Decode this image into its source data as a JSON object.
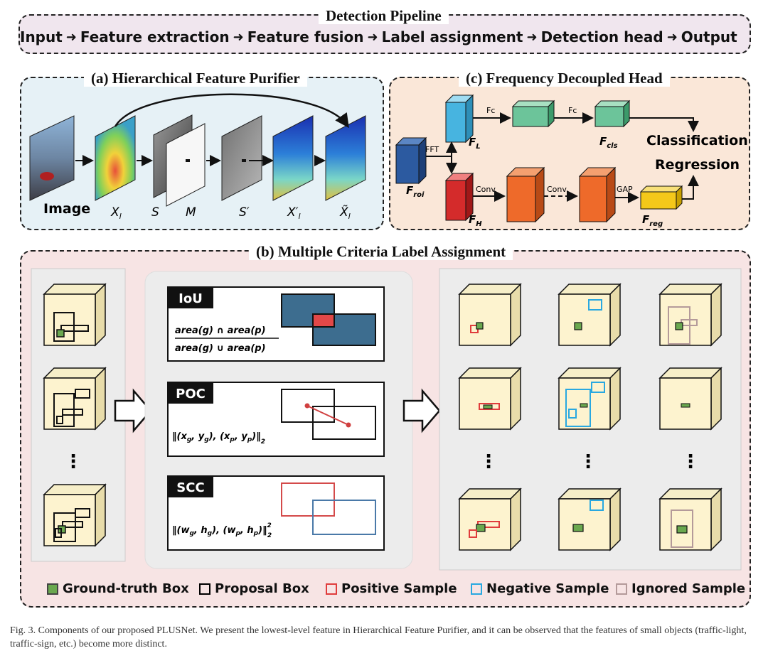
{
  "pipeline": {
    "title": "Detection Pipeline",
    "steps": [
      "Input",
      "Feature extraction",
      "Feature fusion",
      "Label assignment",
      "Detection head",
      "Output"
    ]
  },
  "panel_a": {
    "title": "(a) Hierarchical Feature Purifier",
    "image_label": "Image",
    "labels": [
      "X",
      "S",
      "M",
      "S′",
      "X′",
      "X̃"
    ],
    "label_sub": "l"
  },
  "panel_c": {
    "title": "(c) Frequency Decoupled Head",
    "f_roi": "F",
    "f_roi_sub": "roi",
    "f_l": "F",
    "f_l_sub": "L",
    "f_h": "F",
    "f_h_sub": "H",
    "f_cls": "F",
    "f_cls_sub": "cls",
    "f_reg": "F",
    "f_reg_sub": "reg",
    "fft": "FFT",
    "fc1": "Fc",
    "fc2": "Fc",
    "conv1": "Conv",
    "conv2": "Conv",
    "gap": "GAP",
    "classification": "Classification",
    "regression": "Regression"
  },
  "panel_b": {
    "title": "(b) Multiple Criteria Label Assignment",
    "dots": "⋮",
    "criteria": [
      {
        "name": "IoU"
      },
      {
        "name": "POC"
      },
      {
        "name": "SCC"
      }
    ]
  },
  "legend": [
    {
      "label": "Ground-truth Box",
      "color": "#6aa84f",
      "filled": true
    },
    {
      "label": "Proposal Box",
      "color": "#000000",
      "filled": false
    },
    {
      "label": "Positive Sample",
      "color": "#e03c3c",
      "filled": false
    },
    {
      "label": "Negative Sample",
      "color": "#29a8e0",
      "filled": false
    },
    {
      "label": "Ignored Sample",
      "color": "#b49a9a",
      "filled": false
    }
  ],
  "caption": "Fig. 3.  Components of our proposed PLUSNet. We present the lowest-level feature in Hierarchical Feature Purifier, and it can be observed that the features of small objects (traffic-light, traffic-sign, etc.) become more distinct."
}
